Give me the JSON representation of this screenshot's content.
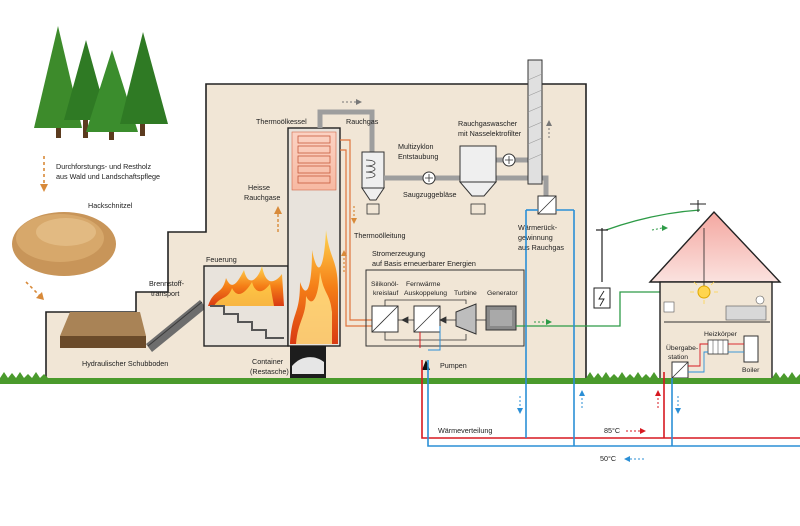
{
  "labels": {
    "durchforstung_1": "Durchforstungs- und Restholz",
    "durchforstung_2": "aus Wald und Landschaftspflege",
    "hackschnitzel": "Hackschnitzel",
    "schubboden": "Hydraulischer Schubboden",
    "brennstoff_1": "Brennstoff-",
    "brennstoff_2": "transport",
    "feuerung": "Feuerung",
    "thermoelkessel": "Thermoölkessel",
    "heisse_1": "Heisse",
    "heisse_2": "Rauchgase",
    "rauchgas": "Rauchgas",
    "multizyklon_1": "Multizyklon",
    "multizyklon_2": "Entstaubung",
    "saugzug": "Saugzuggebläse",
    "wascher_1": "Rauchgaswascher",
    "wascher_2": "mit Nasselektrofilter",
    "thermoelleitung": "Thermoölleitung",
    "strom_1": "Stromerzeugung",
    "strom_2": "auf Basis erneuerbarer Energien",
    "silikon_1": "Silikonöl-",
    "silikon_2": "kreislauf",
    "fernwaerme_1": "Fernwärme",
    "fernwaerme_2": "Auskoppelung",
    "turbine": "Turbine",
    "generator": "Generator",
    "waermerueck_1": "Wärmerück-",
    "waermerueck_2": "gewinnung",
    "waermerueck_3": "aus Rauchgas",
    "container_1": "Container",
    "container_2": "(Restasche)",
    "pumpen": "Pumpen",
    "waermeverteilung": "Wärmeverteilung",
    "temp_hot": "85°C",
    "temp_cold": "50°C",
    "heizkoerper": "Heizkörper",
    "uebergabe_1": "Übergabe-",
    "uebergabe_2": "station",
    "boiler": "Boiler"
  },
  "colors": {
    "building": "#f1e6d6",
    "house_roof": "#f7c6c0",
    "hot_line": "#d71920",
    "cold_line": "#2b8fd6",
    "power_line": "#2e9b47",
    "oil_line": "#e0743c",
    "grass": "#4a9a2c",
    "tree": "#2f7a24"
  },
  "icons": {
    "tree": "conifer-tree-icon",
    "fire": "flame-icon",
    "pump": "pump-triangle-icon",
    "fan": "fan-icon",
    "lamp": "light-bulb-icon",
    "pylon": "power-pole-icon"
  }
}
